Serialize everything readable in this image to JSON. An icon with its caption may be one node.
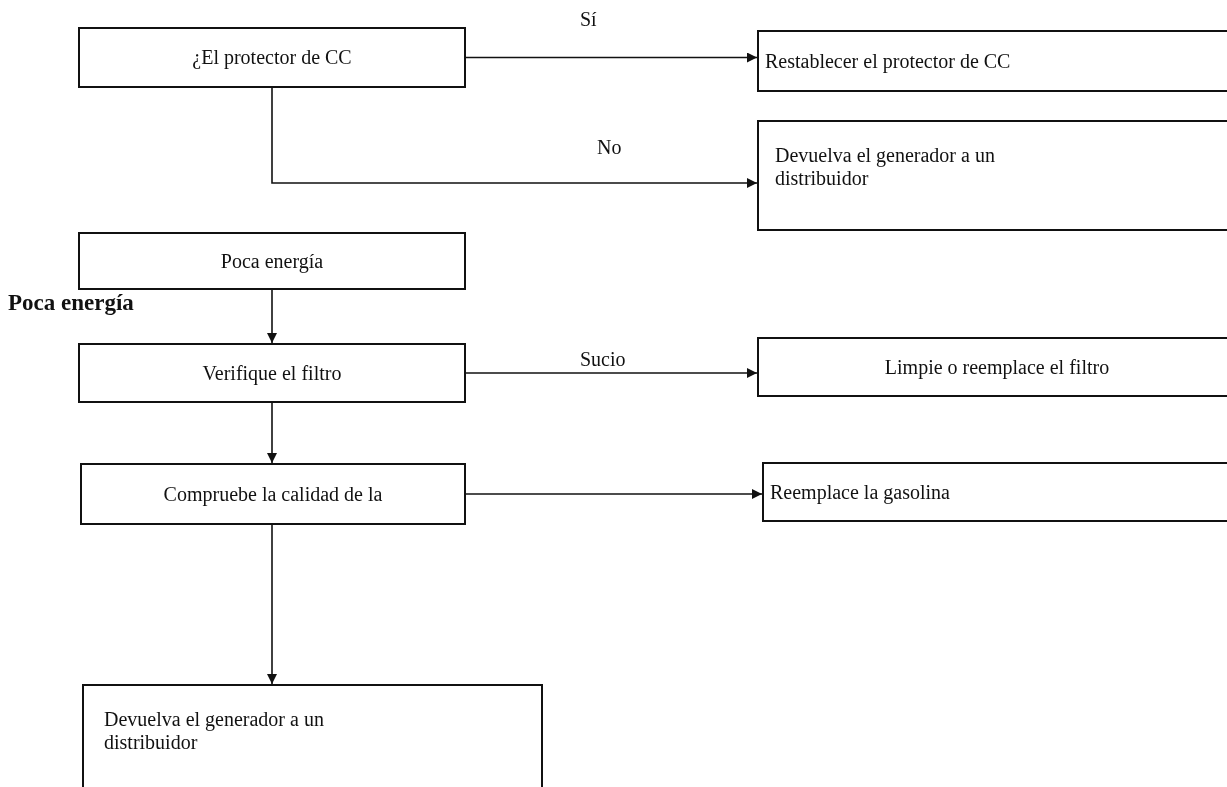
{
  "diagram": {
    "nodes": [
      {
        "text": [
          "¿El protector de CC"
        ]
      },
      {
        "text": [
          "Restablecer el protector de CC"
        ]
      },
      {
        "text": [
          "Devuelva el generador a un distribuidor"
        ]
      },
      {
        "text": [
          "Poca energía"
        ]
      },
      {
        "text": [
          "Verifique el filtro"
        ]
      },
      {
        "text": [
          "Limpie o reemplace el filtro"
        ]
      },
      {
        "text": [
          "Compruebe la calidad de la"
        ]
      },
      {
        "text": [
          "Reemplace la gasolina"
        ]
      },
      {
        "text": [
          "Devuelva el generador a un distribuidor"
        ]
      }
    ],
    "edges": [
      {
        "from": 0,
        "to": 1,
        "arrow": "to",
        "label": "Sí"
      },
      {
        "from": 0,
        "to": 2,
        "arrow": "to",
        "label": "No"
      },
      {
        "from": 3,
        "to": 4,
        "arrow": "to"
      },
      {
        "from": 4,
        "to": 5,
        "arrow": "to",
        "label": "Sucio"
      },
      {
        "from": 4,
        "to": 6,
        "arrow": "to"
      },
      {
        "from": 6,
        "to": 7,
        "arrow": "to"
      },
      {
        "from": 6,
        "to": 8,
        "arrow": "to"
      }
    ],
    "labels": [
      "Poca energía"
    ]
  }
}
